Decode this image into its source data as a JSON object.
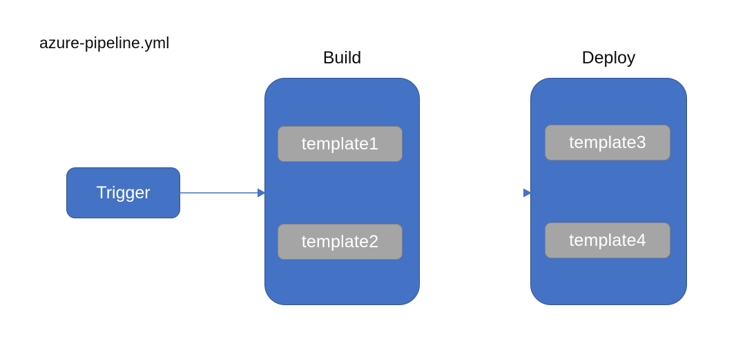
{
  "diagram": {
    "title": "azure-pipeline.yml",
    "background_color": "#FFFFFF",
    "palette": {
      "stage_fill": "#4472C4",
      "stage_border": "#2F528F",
      "template_fill": "#A5A5A5",
      "template_border": "#848484",
      "text_on_shape": "#FFFFFF",
      "label_text": "#0D0D0D",
      "arrow_color": "#4472C4"
    },
    "nodes": {
      "trigger": {
        "label": "Trigger"
      },
      "build": {
        "caption": "Build",
        "templates": [
          {
            "label": "template1"
          },
          {
            "label": "template2"
          }
        ]
      },
      "deploy": {
        "caption": "Deploy",
        "templates": [
          {
            "label": "template3"
          },
          {
            "label": "template4"
          }
        ]
      }
    },
    "connectors": [
      {
        "from": "Trigger",
        "to": "Build",
        "style": "solid-arrow"
      },
      {
        "from": "Build",
        "to": "Deploy",
        "style": "gradient-arrow"
      }
    ]
  }
}
